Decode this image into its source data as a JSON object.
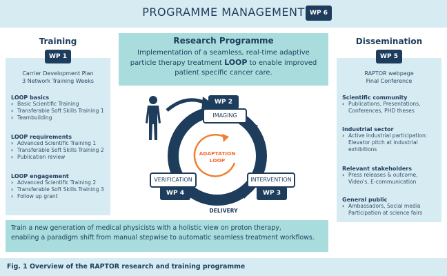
{
  "header": {
    "title": "PROGRAMME MANAGEMENT",
    "wp": "WP 6"
  },
  "training": {
    "title": "Training",
    "wp": "WP 1",
    "intro": [
      "Carrier Development Plan",
      "3 Network Training Weeks"
    ],
    "sections": [
      {
        "title": "LOOP basics",
        "items": [
          "Basic  Scientific Training",
          "Transferable Soft Skills Training 1",
          "Teambuilding"
        ]
      },
      {
        "title": "LOOP requirements",
        "items": [
          "Advanced Scientific Training 1",
          "Transferable Soft Skills Training 2",
          "Publication review"
        ]
      },
      {
        "title": "LOOP engagement",
        "items": [
          "Advanced Scientific Training 2",
          "Transferable Soft Skills Training 3",
          "Follow up grant"
        ]
      }
    ]
  },
  "research": {
    "title": "Research Programme",
    "line1": "Implementation of a seamless, real-time adaptive",
    "line2_pre": "particle therapy treatment ",
    "line2_bold": "LOOP",
    "line2_post": " to enable improved",
    "line3": "patient specific cancer care."
  },
  "cycle": {
    "imaging": {
      "label": "IMAGING",
      "wp": "WP 2"
    },
    "intervention": {
      "label": "INTERVENTION",
      "wp": "WP 3"
    },
    "verification": {
      "label": "VERIFICATION",
      "wp": "WP 4"
    },
    "delivery": "DELIVERY",
    "center_line1": "ADAPTATION",
    "center_line2": "LOOP",
    "colors": {
      "ring": "#1e3d5c",
      "accent": "#f08030",
      "center": "#f26a2e"
    }
  },
  "dissemination": {
    "title": "Dissemination",
    "wp": "WP 5",
    "intro": [
      "RAPTOR webpage",
      "Final Conference"
    ],
    "sections": [
      {
        "title": "Scientific community",
        "items": [
          "Publications, Presentations, Conferences, PHD theses"
        ]
      },
      {
        "title": "Industrial sector",
        "items": [
          "Active industrial participation: Elevator pitch at industrial exhibitions"
        ]
      },
      {
        "title": "Relevant stakeholders",
        "items": [
          "Press releases & outcome, Video's, E-communication"
        ]
      },
      {
        "title": "General public",
        "items": [
          "Ambassadors, Social media Participation at science fairs"
        ]
      }
    ]
  },
  "bottom": {
    "line1": "Train a new generation of medical physicists with a holistic view on proton therapy,",
    "line2": "enabling a paradigm shift from manual stepwise to automatic seamless treatment workflows."
  },
  "caption": "Fig. 1 Overview of the RAPTOR research and training programme"
}
